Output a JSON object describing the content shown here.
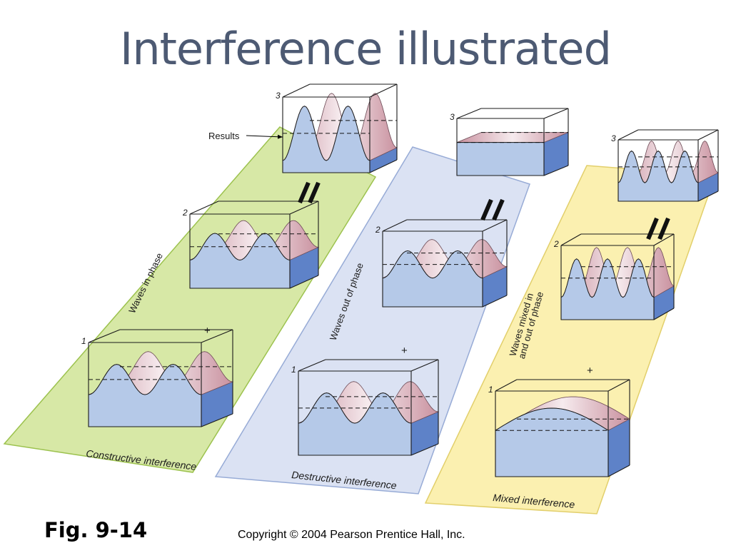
{
  "title": "Interference illustrated",
  "figure_label": "Fig. 9-14",
  "copyright": "Copyright © 2004 Pearson Prentice Hall, Inc.",
  "results_label": "Results",
  "operators": {
    "plus": "+",
    "equals": "="
  },
  "colors": {
    "title": "#4d5a73",
    "panel_green": "#d7e8a6",
    "panel_blue": "#dbe2f3",
    "panel_yellow": "#fbf0b0",
    "water": "#b5c9e8",
    "water_side": "#5e82c8",
    "wave_surface": "#d7adb8",
    "wave_highlight": "#f6ebee"
  },
  "panels": [
    {
      "id": "constructive",
      "side_label": "Waves in phase",
      "caption": "Constructive interference",
      "boxes": [
        {
          "number": "1",
          "wave": "medium"
        },
        {
          "number": "2",
          "wave": "medium"
        },
        {
          "number": "3",
          "wave": "tall"
        }
      ]
    },
    {
      "id": "destructive",
      "side_label": "Waves out of phase",
      "caption": "Destructive interference",
      "boxes": [
        {
          "number": "1",
          "wave": "medium"
        },
        {
          "number": "2",
          "wave": "medium"
        },
        {
          "number": "3",
          "wave": "flat"
        }
      ]
    },
    {
      "id": "mixed",
      "side_label_lines": [
        "Waves mixed in",
        "and out of phase"
      ],
      "caption": "Mixed interference",
      "boxes": [
        {
          "number": "1",
          "wave": "long"
        },
        {
          "number": "2",
          "wave": "short"
        },
        {
          "number": "3",
          "wave": "short"
        }
      ]
    }
  ]
}
